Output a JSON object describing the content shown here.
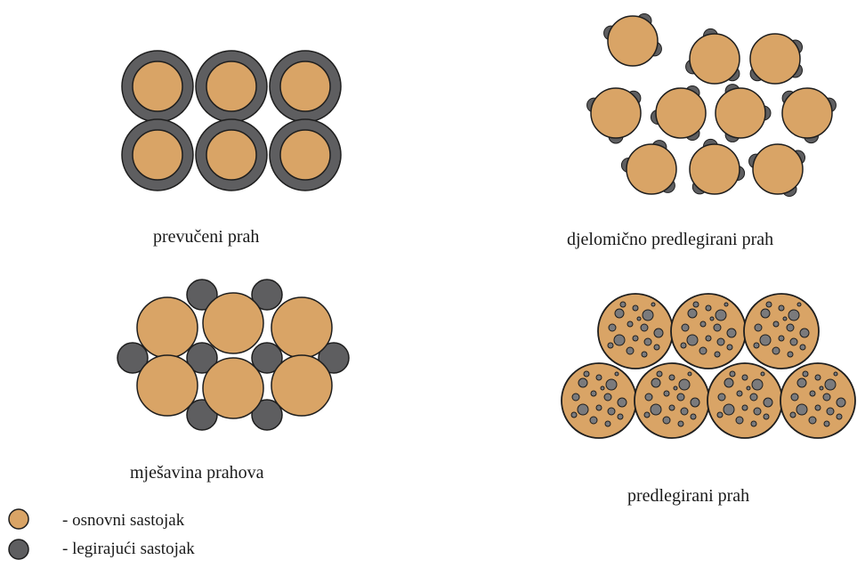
{
  "colors": {
    "base": "#D9A466",
    "alloy": "#5E5E60",
    "outline": "#1E1E1E",
    "dot_fill": "#7A7A7C"
  },
  "panels": {
    "coated": {
      "caption": "prevučeni prah"
    },
    "partially_prealloyed": {
      "caption": "djelomično predlegirani prah"
    },
    "mixture": {
      "caption": "mješavina prahova"
    },
    "prealloyed": {
      "caption": "predlegirani prah"
    }
  },
  "legend": {
    "base_label": "- osnovni sastojak",
    "alloy_label": "- legirajući sastojak"
  }
}
